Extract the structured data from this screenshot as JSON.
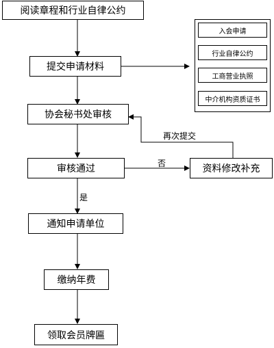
{
  "nodes": {
    "read_rules": "阅读章程和行业自律公约",
    "submit_materials": "提交申请材料",
    "secretary_review": "协会秘书处审核",
    "approved": "审核通过",
    "revise_materials": "资料修改补充",
    "notify_applicant": "通知申请单位",
    "pay_fee": "缴纳年费",
    "receive_plaque": "领取会员牌匾"
  },
  "materials": [
    "入会申请",
    "行业自律公约",
    "工商营业执照",
    "中介机构资质证书"
  ],
  "edge_labels": {
    "resubmit": "再次提交",
    "no": "否",
    "yes": "是"
  }
}
